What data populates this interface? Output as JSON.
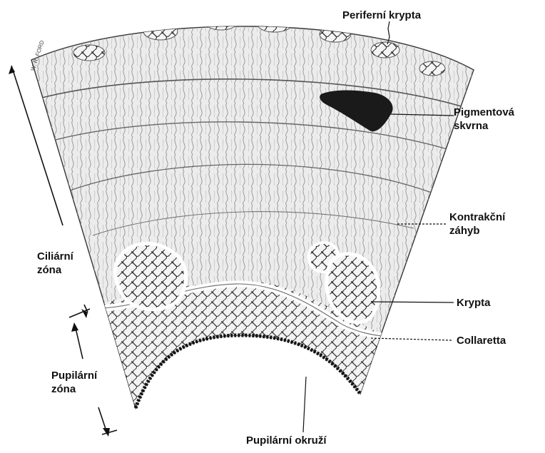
{
  "illustration": {
    "signature": "W. R. FORD"
  },
  "labels": {
    "periferni_krypta": "Periferní krypta",
    "pigmentova_skvrna": {
      "line1": "Pigmentová",
      "line2": "skvrna"
    },
    "kontrakcni_zahyb": {
      "line1": "Kontrakční",
      "line2": "záhyb"
    },
    "krypta": "Krypta",
    "collaretta": "Collaretta",
    "pupilarni_okruzi": "Pupilární okruží",
    "ciliarni_zona": {
      "line1": "Ciliární",
      "line2": "zóna"
    },
    "pupilarni_zona": {
      "line1": "Pupilární",
      "line2": "zóna"
    }
  },
  "colors": {
    "ink": "#111111",
    "tissue": "#e9e9e9",
    "pigment": "#1a1a1a"
  }
}
